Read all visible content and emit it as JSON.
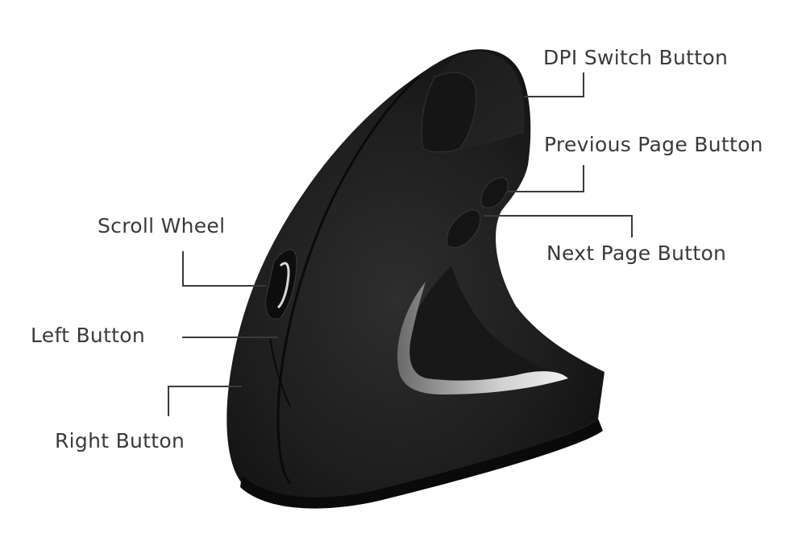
{
  "labels": {
    "dpi_switch": "DPI Switch Button",
    "previous_page": "Previous Page Button",
    "next_page": "Next Page Button",
    "scroll_wheel": "Scroll Wheel",
    "left_button": "Left Button",
    "right_button": "Right Button"
  },
  "colors": {
    "mouse_body": "#1c1c1c",
    "leader_line": "#3a3a3a",
    "label_text": "#3a3a3a",
    "accent_trim": "#bdbdbd"
  }
}
